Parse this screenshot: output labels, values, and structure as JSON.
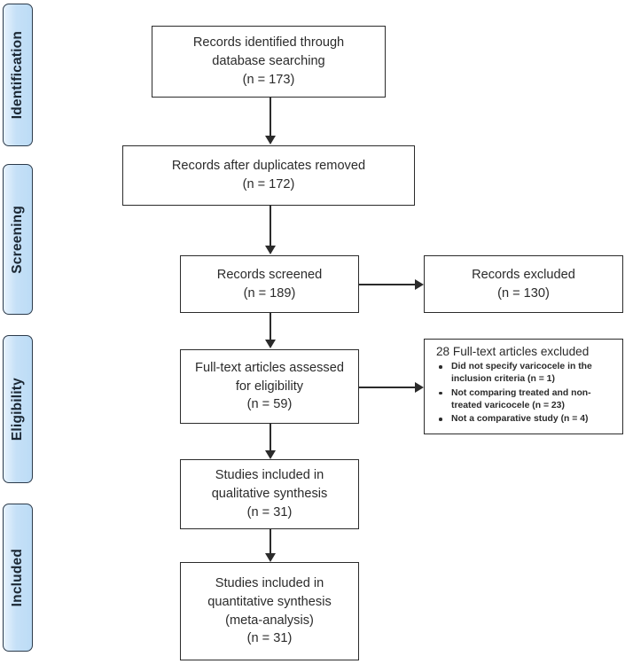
{
  "diagram": {
    "title": "PRISMA flow diagram",
    "type": "flowchart",
    "colors": {
      "pill_fill": "#c5e0f7",
      "pill_border": "#2b3a4a",
      "box_border": "#2b2b2b",
      "text": "#2b2b2b",
      "background": "#ffffff"
    }
  },
  "phases": [
    {
      "id": "identification",
      "label": "Identification"
    },
    {
      "id": "screening",
      "label": "Screening"
    },
    {
      "id": "eligibility",
      "label": "Eligibility"
    },
    {
      "id": "included",
      "label": "Included"
    }
  ],
  "boxes": {
    "records_identified": {
      "text": "Records identified through\ndatabase searching\n(n = 173)",
      "count": 173
    },
    "records_after_duplicates": {
      "text": "Records after duplicates removed\n(n = 172)",
      "count": 172
    },
    "records_screened": {
      "text": "Records screened\n(n = 189)",
      "count": 189
    },
    "records_excluded": {
      "text": "Records excluded\n(n = 130)",
      "count": 130
    },
    "fulltext_assessed": {
      "text": "Full-text articles assessed\nfor eligibility\n(n = 59)",
      "count": 59
    },
    "qualitative_synthesis": {
      "text": "Studies included in\nqualitative synthesis\n(n = 31)",
      "count": 31
    },
    "quantitative_synthesis": {
      "text": "Studies included in\nquantitative synthesis\n(meta-analysis)\n(n = 31)",
      "count": 31
    }
  },
  "fulltext_excluded": {
    "title": "28 Full-text articles excluded",
    "count": 28,
    "reasons": [
      {
        "text": "Did not specify varicocele in the inclusion criteria (n = 1)",
        "count": 1
      },
      {
        "text": "Not comparing treated and non-treated varicocele (n = 23)",
        "count": 23
      },
      {
        "text": "Not a comparative study (n = 4)",
        "count": 4
      }
    ]
  }
}
